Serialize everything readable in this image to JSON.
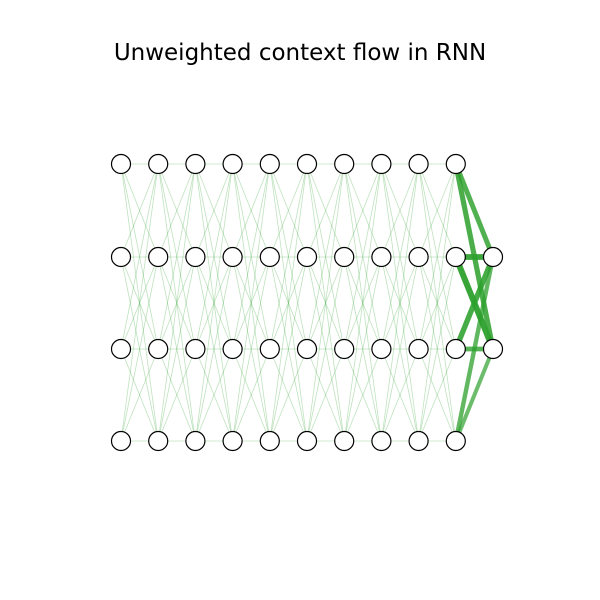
{
  "title": "Unweighted context flow in RNN",
  "diagram": {
    "type": "network",
    "columns": 10,
    "rows_per_column": 4,
    "output_column_rows": [
      1,
      2
    ],
    "output_link_weights": [
      {
        "from_row": 0,
        "to_row": 1,
        "weight": 0.75
      },
      {
        "from_row": 0,
        "to_row": 2,
        "weight": 0.8
      },
      {
        "from_row": 1,
        "to_row": 1,
        "weight": 0.95
      },
      {
        "from_row": 1,
        "to_row": 2,
        "weight": 1.0
      },
      {
        "from_row": 2,
        "to_row": 1,
        "weight": 0.85
      },
      {
        "from_row": 2,
        "to_row": 2,
        "weight": 0.7
      },
      {
        "from_row": 3,
        "to_row": 1,
        "weight": 0.6
      },
      {
        "from_row": 3,
        "to_row": 2,
        "weight": 0.5
      }
    ],
    "colors": {
      "edge": "#2ca02c",
      "node_fill": "#ffffff",
      "node_stroke": "#000000"
    }
  }
}
